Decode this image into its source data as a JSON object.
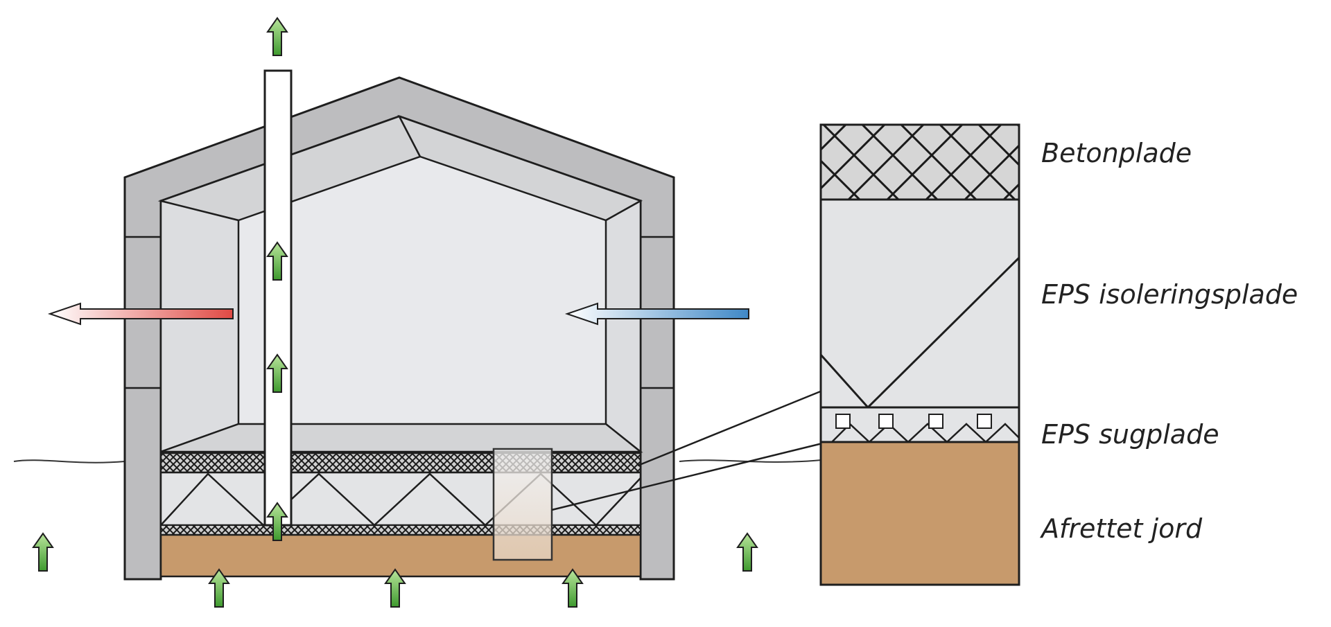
{
  "labels": {
    "concrete_slab": "Betonplade",
    "eps_insulation": "EPS isoleringsplade",
    "eps_suction": "EPS sugplade",
    "leveled_soil": "Afrettet jord"
  },
  "colors": {
    "wall": "#bdbdbf",
    "wall_light": "#d3d4d6",
    "interior": "#e8e9ec",
    "eps": "#e3e4e6",
    "soil": "#c79a6c",
    "green_arrow": "#4caa3a",
    "warm_arrow": "#e04a44",
    "cool_arrow": "#3f88c6",
    "outline": "#1e1e1e"
  },
  "icons": {
    "upward_air_flow": "green-up-arrow-icon",
    "heat_out": "red-left-arrow-icon",
    "air_in": "blue-left-arrow-icon"
  }
}
